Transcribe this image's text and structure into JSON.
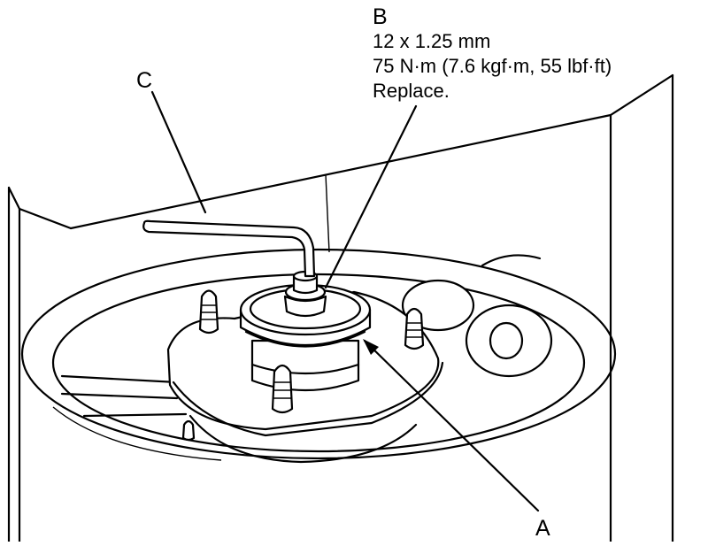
{
  "callouts": {
    "a": {
      "letter": "A"
    },
    "b": {
      "letter": "B",
      "size": "12 x 1.25 mm",
      "torque": "75 N·m (7.6 kgf·m, 55 lbf·ft)",
      "note": "Replace."
    },
    "c": {
      "letter": "C"
    }
  }
}
